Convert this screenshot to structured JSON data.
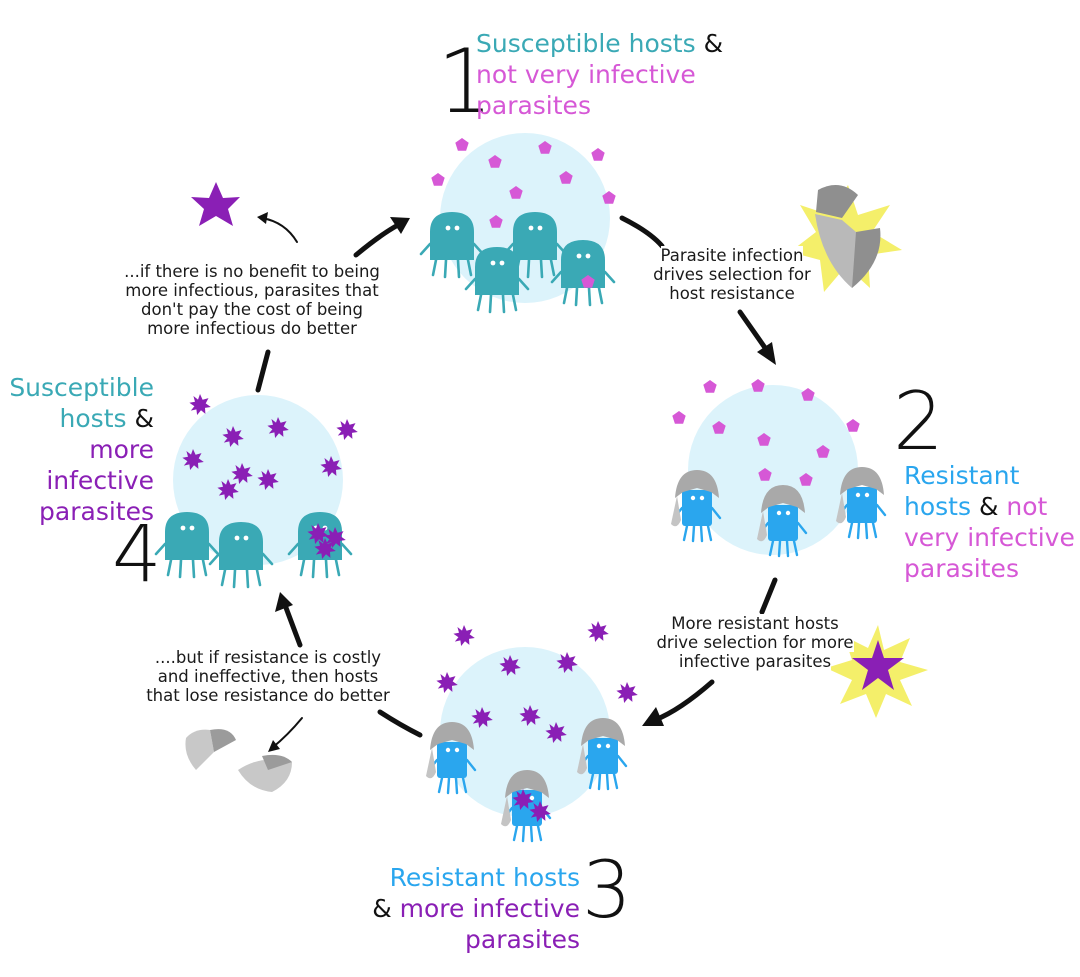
{
  "colors": {
    "teal_host": "#3aa9b5",
    "blue_host": "#2aa6ee",
    "pink_parasite": "#d658d6",
    "purple_parasite": "#8a1fb5",
    "circle_fill": "#dcf3fb",
    "shield_gray": "#b9b9b9",
    "burst_yellow": "#f4ef6a",
    "arrow": "#111111"
  },
  "stages": [
    {
      "number": "1",
      "title_parts": [
        {
          "text": "Susceptible hosts ",
          "color": "teal"
        },
        {
          "text": "&",
          "color": "black"
        },
        {
          "text": "not very infective",
          "color": "pink"
        },
        {
          "text": "parasites",
          "color": "pink"
        }
      ]
    },
    {
      "number": "2",
      "title_parts": [
        {
          "text": "Resistant",
          "color": "blue"
        },
        {
          "text": "hosts ",
          "color": "blue"
        },
        {
          "text": "& ",
          "color": "black"
        },
        {
          "text": "not",
          "color": "pink"
        },
        {
          "text": "very infective",
          "color": "pink"
        },
        {
          "text": "parasites",
          "color": "pink"
        }
      ]
    },
    {
      "number": "3",
      "title_parts": [
        {
          "text": "Resistant hosts",
          "color": "blue"
        },
        {
          "text": "& ",
          "color": "black"
        },
        {
          "text": "more infective",
          "color": "purple"
        },
        {
          "text": "parasites",
          "color": "purple"
        }
      ]
    },
    {
      "number": "4",
      "title_parts": [
        {
          "text": "Susceptible",
          "color": "teal"
        },
        {
          "text": "hosts ",
          "color": "teal"
        },
        {
          "text": "&",
          "color": "black"
        },
        {
          "text": "more",
          "color": "purple"
        },
        {
          "text": "infective",
          "color": "purple"
        },
        {
          "text": "parasites",
          "color": "purple"
        }
      ]
    }
  ],
  "transitions": {
    "t1_to_2": [
      "Parasite infection",
      "drives selection for",
      "host resistance"
    ],
    "t2_to_3": [
      "More resistant hosts",
      "drive selection for more",
      "infective parasites"
    ],
    "t3_to_4": [
      "....but if resistance is costly",
      "and ineffective, then hosts",
      "that lose resistance do better"
    ],
    "t4_to_1": [
      "...if there is no benefit to being",
      "more infectious, parasites that",
      "don't pay the cost of being",
      "more infectious do better"
    ]
  },
  "icons": {
    "host": "host-creature-icon",
    "resistant_host": "shielded-host-icon",
    "pink_parasite": "pentagon-parasite-icon",
    "purple_parasite": "spiky-parasite-icon",
    "broken_shield": "broken-shield-icon",
    "star": "star-icon",
    "burst": "burst-icon"
  }
}
